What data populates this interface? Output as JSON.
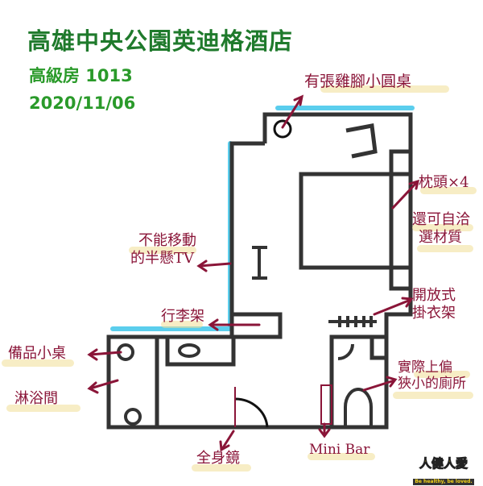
{
  "header": {
    "title": "高雄中央公園英迪格酒店",
    "room": "高級房 1013",
    "date": "2020/11/06"
  },
  "colors": {
    "title": "#1f7a2c",
    "subtitle": "#2a9a2a",
    "wall": "#333333",
    "annotation": "#8a1538",
    "window_highlight": "#3ec5ea",
    "label_highlight": "#f0de96"
  },
  "annotations": {
    "round_table": "有張雞腳小圓桌",
    "pillows": "枕頭×4",
    "pillow_note_line1": "還可自洽",
    "pillow_note_line2": "選材質",
    "tv_line1": "不能移動",
    "tv_line2": "的半懸TV",
    "hanger_line1": "開放式",
    "hanger_line2": "掛衣架",
    "luggage_rack": "行李架",
    "amenity_table": "備品小桌",
    "shower": "淋浴間",
    "toilet_line1": "實際上偏",
    "toilet_line2": "狹小的廁所",
    "mirror": "全身鏡",
    "minibar": "Mini Bar"
  },
  "logo": {
    "main": "人健人愛",
    "tagline": "Be healthy, be loved."
  }
}
